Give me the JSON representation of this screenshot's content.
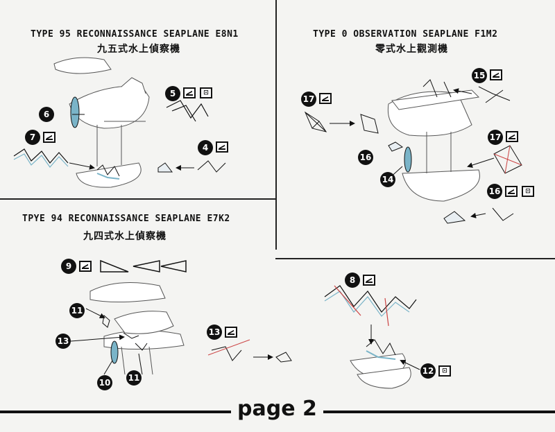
{
  "sections": {
    "e8n1": {
      "title": "TYPE 95 RECONNAISSANCE SEAPLANE E8N1",
      "subtitle": "九五式水上偵察機"
    },
    "f1m2": {
      "title": "TYPE 0 OBSERVATION SEAPLANE F1M2",
      "subtitle": "零式水上觀測機"
    },
    "e7k2": {
      "title": "TPYE 94 RECONNAISSANCE SEAPLANE E7K2",
      "subtitle": "九四式水上偵察機"
    }
  },
  "steps": {
    "s5": "5",
    "s6": "6",
    "s7": "7",
    "s4": "4",
    "s17a": "17",
    "s15": "15",
    "s17b": "17",
    "s16a": "16",
    "s14": "14",
    "s16b": "16",
    "s9": "9",
    "s11a": "11",
    "s13a": "13",
    "s10": "10",
    "s11b": "11",
    "s13b": "13",
    "s8": "8",
    "s12": "12"
  },
  "colors": {
    "part": "#7ab4c8",
    "line": "#111111",
    "accent": "#c44"
  },
  "footer": {
    "page_label": "page 2"
  }
}
